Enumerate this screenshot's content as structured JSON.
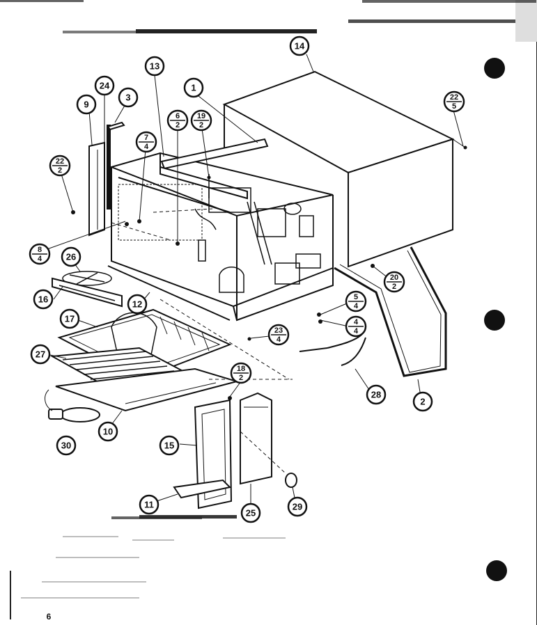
{
  "diagram": {
    "page_number": "6",
    "callouts": [
      {
        "id": "c14",
        "label": "14"
      },
      {
        "id": "c13",
        "label": "13"
      },
      {
        "id": "c1",
        "label": "1"
      },
      {
        "id": "c24",
        "label": "24"
      },
      {
        "id": "c3",
        "label": "3"
      },
      {
        "id": "c9",
        "label": "9"
      },
      {
        "id": "c26",
        "label": "26"
      },
      {
        "id": "c16",
        "label": "16"
      },
      {
        "id": "c12",
        "label": "12"
      },
      {
        "id": "c17",
        "label": "17"
      },
      {
        "id": "c27",
        "label": "27"
      },
      {
        "id": "c10",
        "label": "10"
      },
      {
        "id": "c30",
        "label": "30"
      },
      {
        "id": "c15",
        "label": "15"
      },
      {
        "id": "c11",
        "label": "11"
      },
      {
        "id": "c25",
        "label": "25"
      },
      {
        "id": "c29",
        "label": "29"
      },
      {
        "id": "c28",
        "label": "28"
      },
      {
        "id": "c2",
        "label": "2"
      }
    ],
    "fraction_callouts": [
      {
        "id": "f22_5",
        "top": "22",
        "bottom": "5"
      },
      {
        "id": "f6_2",
        "top": "6",
        "bottom": "2"
      },
      {
        "id": "f19_2",
        "top": "19",
        "bottom": "2"
      },
      {
        "id": "f7_4",
        "top": "7",
        "bottom": "4"
      },
      {
        "id": "f22_2",
        "top": "22",
        "bottom": "2"
      },
      {
        "id": "f8_4",
        "top": "8",
        "bottom": "4"
      },
      {
        "id": "f20_2",
        "top": "20",
        "bottom": "2"
      },
      {
        "id": "f5_4",
        "top": "5",
        "bottom": "4"
      },
      {
        "id": "f4_4",
        "top": "4",
        "bottom": "4"
      },
      {
        "id": "f23_4",
        "top": "23",
        "bottom": "4"
      },
      {
        "id": "f18_2",
        "top": "18",
        "bottom": "2"
      }
    ]
  }
}
